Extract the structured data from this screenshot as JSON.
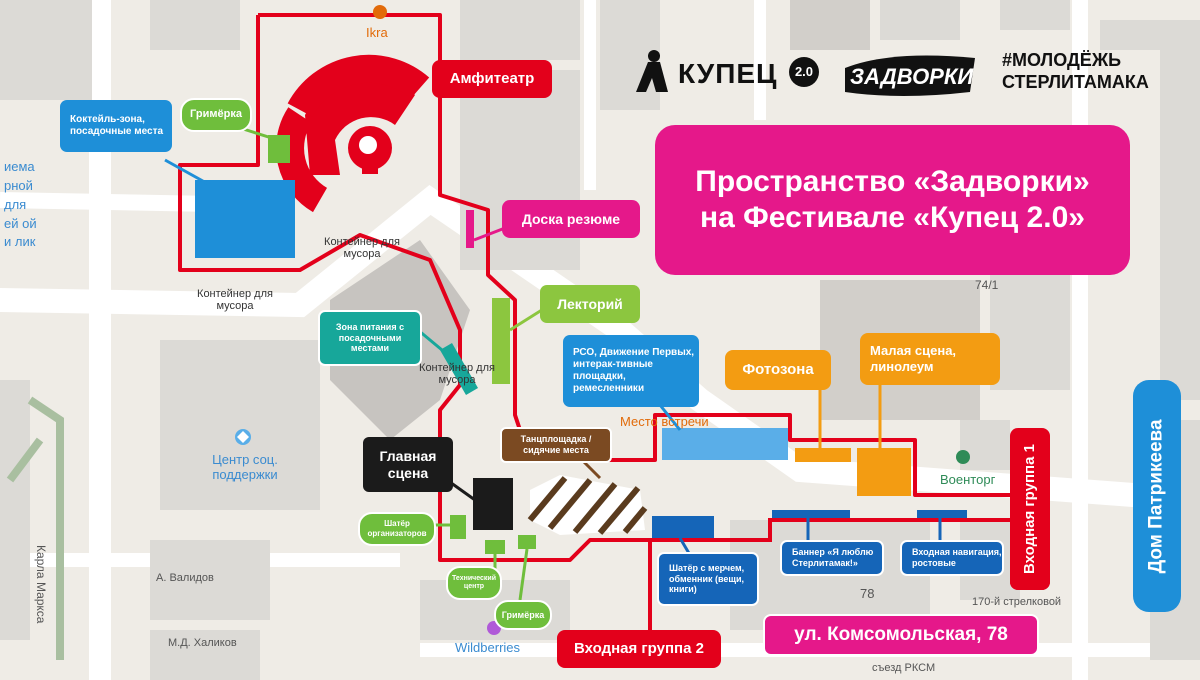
{
  "title": {
    "line1": "Пространство «Задворки»",
    "line2": "на Фестивале «Купец 2.0»"
  },
  "logos": {
    "kupets": "КУПЕЦ",
    "kupets_badge": "2.0",
    "zadvorki": "ЗАДВОРКИ",
    "hashtag_line1": "#МОЛОДЁЖЬ",
    "hashtag_line2": "СТЕРЛИТАМАКА"
  },
  "zones": {
    "amphitheater": "Амфитеатр",
    "grimerka_top": "Гримёрка",
    "cocktail_zone": "Коктейль-зона, посадочные места",
    "resume_board": "Доска резюме",
    "lectorium": "Лекторий",
    "food_zone": "Зона питания с посадочными местами",
    "rso": "РСО, Движение Первых, интерак-тивные площадки, ремесленники",
    "photozone": "Фотозона",
    "small_stage": "Малая сцена, линолеум",
    "main_stage": "Главная сцена",
    "dance_floor": "Танцплощадка / сидячие места",
    "org_tent": "Шатёр организаторов",
    "tech_center": "Технический центр",
    "grimerka_bottom": "Гримёрка",
    "merch_tent": "Шатёр с мерчем, обменник (вещи, книги)",
    "banner": "Баннер «Я люблю Стерлитамак!»",
    "entry_nav": "Входная навигация, ростовые",
    "entry_group_1": "Входная группа 1",
    "entry_group_2": "Входная группа 2",
    "address": "ул. Комсомольская, 78",
    "dom_patrikeeva": "Дом Патрикеева"
  },
  "map_labels": {
    "ikra": "Ikra",
    "container1": "Контейнер для мусора",
    "container2": "Контейнер для мусора",
    "container3": "Контейнер для мусора",
    "social_center": "Центр соц. поддержки",
    "meeting_place": "Место встречи",
    "voentorg": "Военторг",
    "wildberries": "Wildberries",
    "karla_marksa": "Карла Маркса",
    "a_validov": "А. Валидов",
    "md_khalikov": "М.Д. Халиков",
    "num_78": "78",
    "num_74_1": "74/1",
    "rifle": "170-й стрелковой",
    "rksm": "съезд РКСМ",
    "left_fragment": "иема рной для ей ой и лик"
  },
  "colors": {
    "route_red": "#e3001b",
    "title_magenta": "#e5188a",
    "zone_blue": "#1e8fd8",
    "zone_orange": "#f39c12",
    "zone_green": "#6fbe3c"
  }
}
